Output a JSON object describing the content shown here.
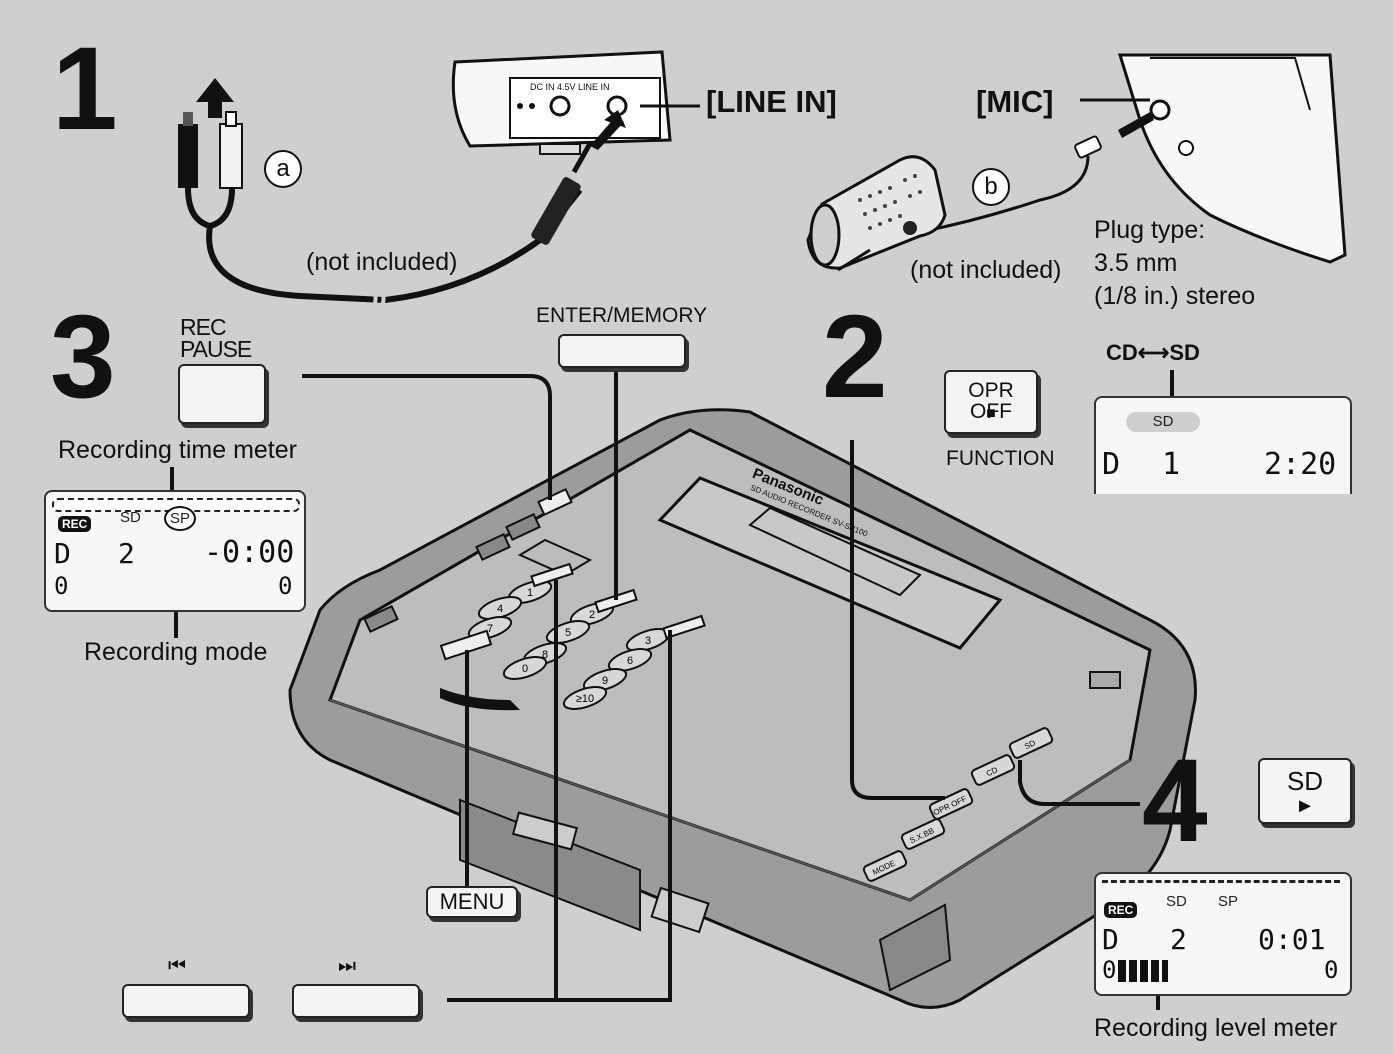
{
  "steps": {
    "step1": "1",
    "step2": "2",
    "step3": "3",
    "step4": "4"
  },
  "step1": {
    "callout_a": "a",
    "callout_b": "b",
    "not_included_1": "(not included)",
    "not_included_2": "(not included)",
    "line_in_label": "[LINE IN]",
    "mic_label": "[MIC]",
    "jack_panel_text": "DC IN 4.5V  LINE IN",
    "plug_type_line1": "Plug type:",
    "plug_type_line2": "3.5 mm",
    "plug_type_line3": "(1/8 in.) stereo"
  },
  "step3": {
    "rec_pause_line1": "REC",
    "rec_pause_line2": "PAUSE",
    "enter_memory_label": "ENTER/MEMORY",
    "recording_time_meter_label": "Recording time meter",
    "recording_mode_label": "Recording mode",
    "menu_button_label": "MENU",
    "prev_symbol": "⏮",
    "next_symbol": "⏭",
    "display": {
      "rec_badge": "REC",
      "sd": "SD",
      "sp": "SP",
      "disc": "D",
      "track": "2",
      "time": "-0:00",
      "bottom_left": "0",
      "bottom_right": "0"
    }
  },
  "step2": {
    "opr_off_label": "OPR OFF",
    "stop_symbol": "■",
    "function_label": "FUNCTION",
    "cd_sd_label": "CD⟷SD",
    "display": {
      "sd": "SD",
      "disc": "D",
      "track": "1",
      "time": "2:20"
    }
  },
  "step4": {
    "sd_button_label": "SD",
    "play_symbol": "►",
    "recording_level_meter_label": "Recording level meter",
    "display": {
      "rec_badge": "REC",
      "sd": "SD",
      "sp": "SP",
      "disc": "D",
      "track": "2",
      "time": "0:01",
      "bottom_left": "0",
      "bottom_right": "0"
    }
  },
  "device": {
    "brand": "Panasonic",
    "model_line": "SD AUDIO RECORDER  SV-SR100",
    "keypad": [
      "1",
      "2",
      "3",
      "4",
      "5",
      "6",
      "7",
      "8",
      "9",
      "0",
      "≥10"
    ],
    "side_buttons": [
      "SD",
      "CD",
      "OPR OFF",
      "S.X.BB",
      "MODE"
    ]
  },
  "colors": {
    "background": "#cfcfcf",
    "ink": "#111111",
    "device_body": "#9a9a9a",
    "device_top": "#b8b8b8"
  }
}
